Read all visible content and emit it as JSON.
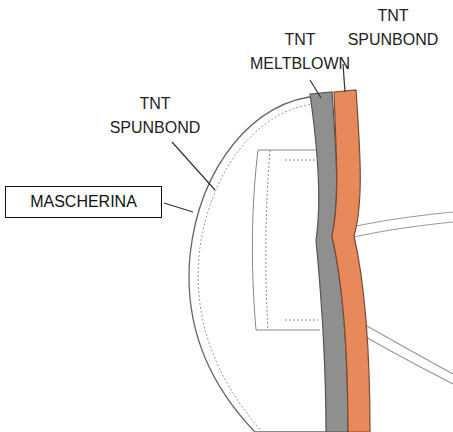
{
  "diagram": {
    "nodes": [
      {
        "text": [
          "MASCHERINA"
        ]
      }
    ],
    "labels": [
      "TNT SPUNBOND",
      "TNT MELTBLOWN",
      "TNT SPUNBOND"
    ]
  }
}
